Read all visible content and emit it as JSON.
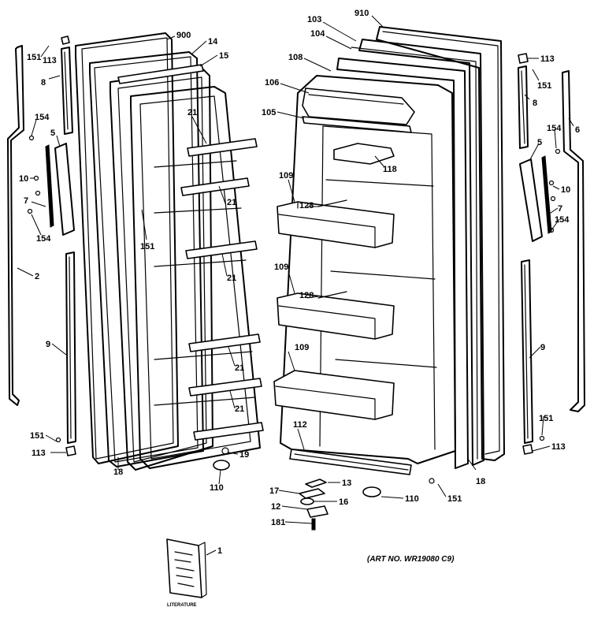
{
  "callouts": {
    "c151_tl": "151",
    "c113_tl": "113",
    "c8_l": "8",
    "c154_l": "154",
    "c5_l": "5",
    "c10_l": "10",
    "c7_l": "7",
    "c154_l2": "154",
    "c2": "2",
    "c9_l": "9",
    "c151_bl": "151",
    "c113_bl": "113",
    "c900": "900",
    "c14": "14",
    "c15": "15",
    "c21_a": "21",
    "c21_b": "21",
    "c151_mid": "151",
    "c21_c": "21",
    "c21_d": "21",
    "c21_e": "21",
    "c19": "19",
    "c18_l": "18",
    "c110_l": "110",
    "c910": "910",
    "c103": "103",
    "c104": "104",
    "c108": "108",
    "c106": "106",
    "c105": "105",
    "c118": "118",
    "c109_a": "109",
    "c128_a": "128",
    "c109_b": "109",
    "c128_b": "128",
    "c109_c": "109",
    "c112": "112",
    "c13": "13",
    "c17": "17",
    "c16": "16",
    "c12": "12",
    "c181": "181",
    "c110_r": "110",
    "c151_br2": "151",
    "c18_r": "18",
    "c113_tr": "113",
    "c151_tr": "151",
    "c8_r": "8",
    "c6": "6",
    "c154_r": "154",
    "c5_r": "5",
    "c10_r": "10",
    "c7_r": "7",
    "c154_r2": "154",
    "c9_r": "9",
    "c151_br": "151",
    "c113_br": "113",
    "c1": "1"
  },
  "literature_label": "LITERATURE",
  "art_number": "(ART NO. WR19080 C9)"
}
